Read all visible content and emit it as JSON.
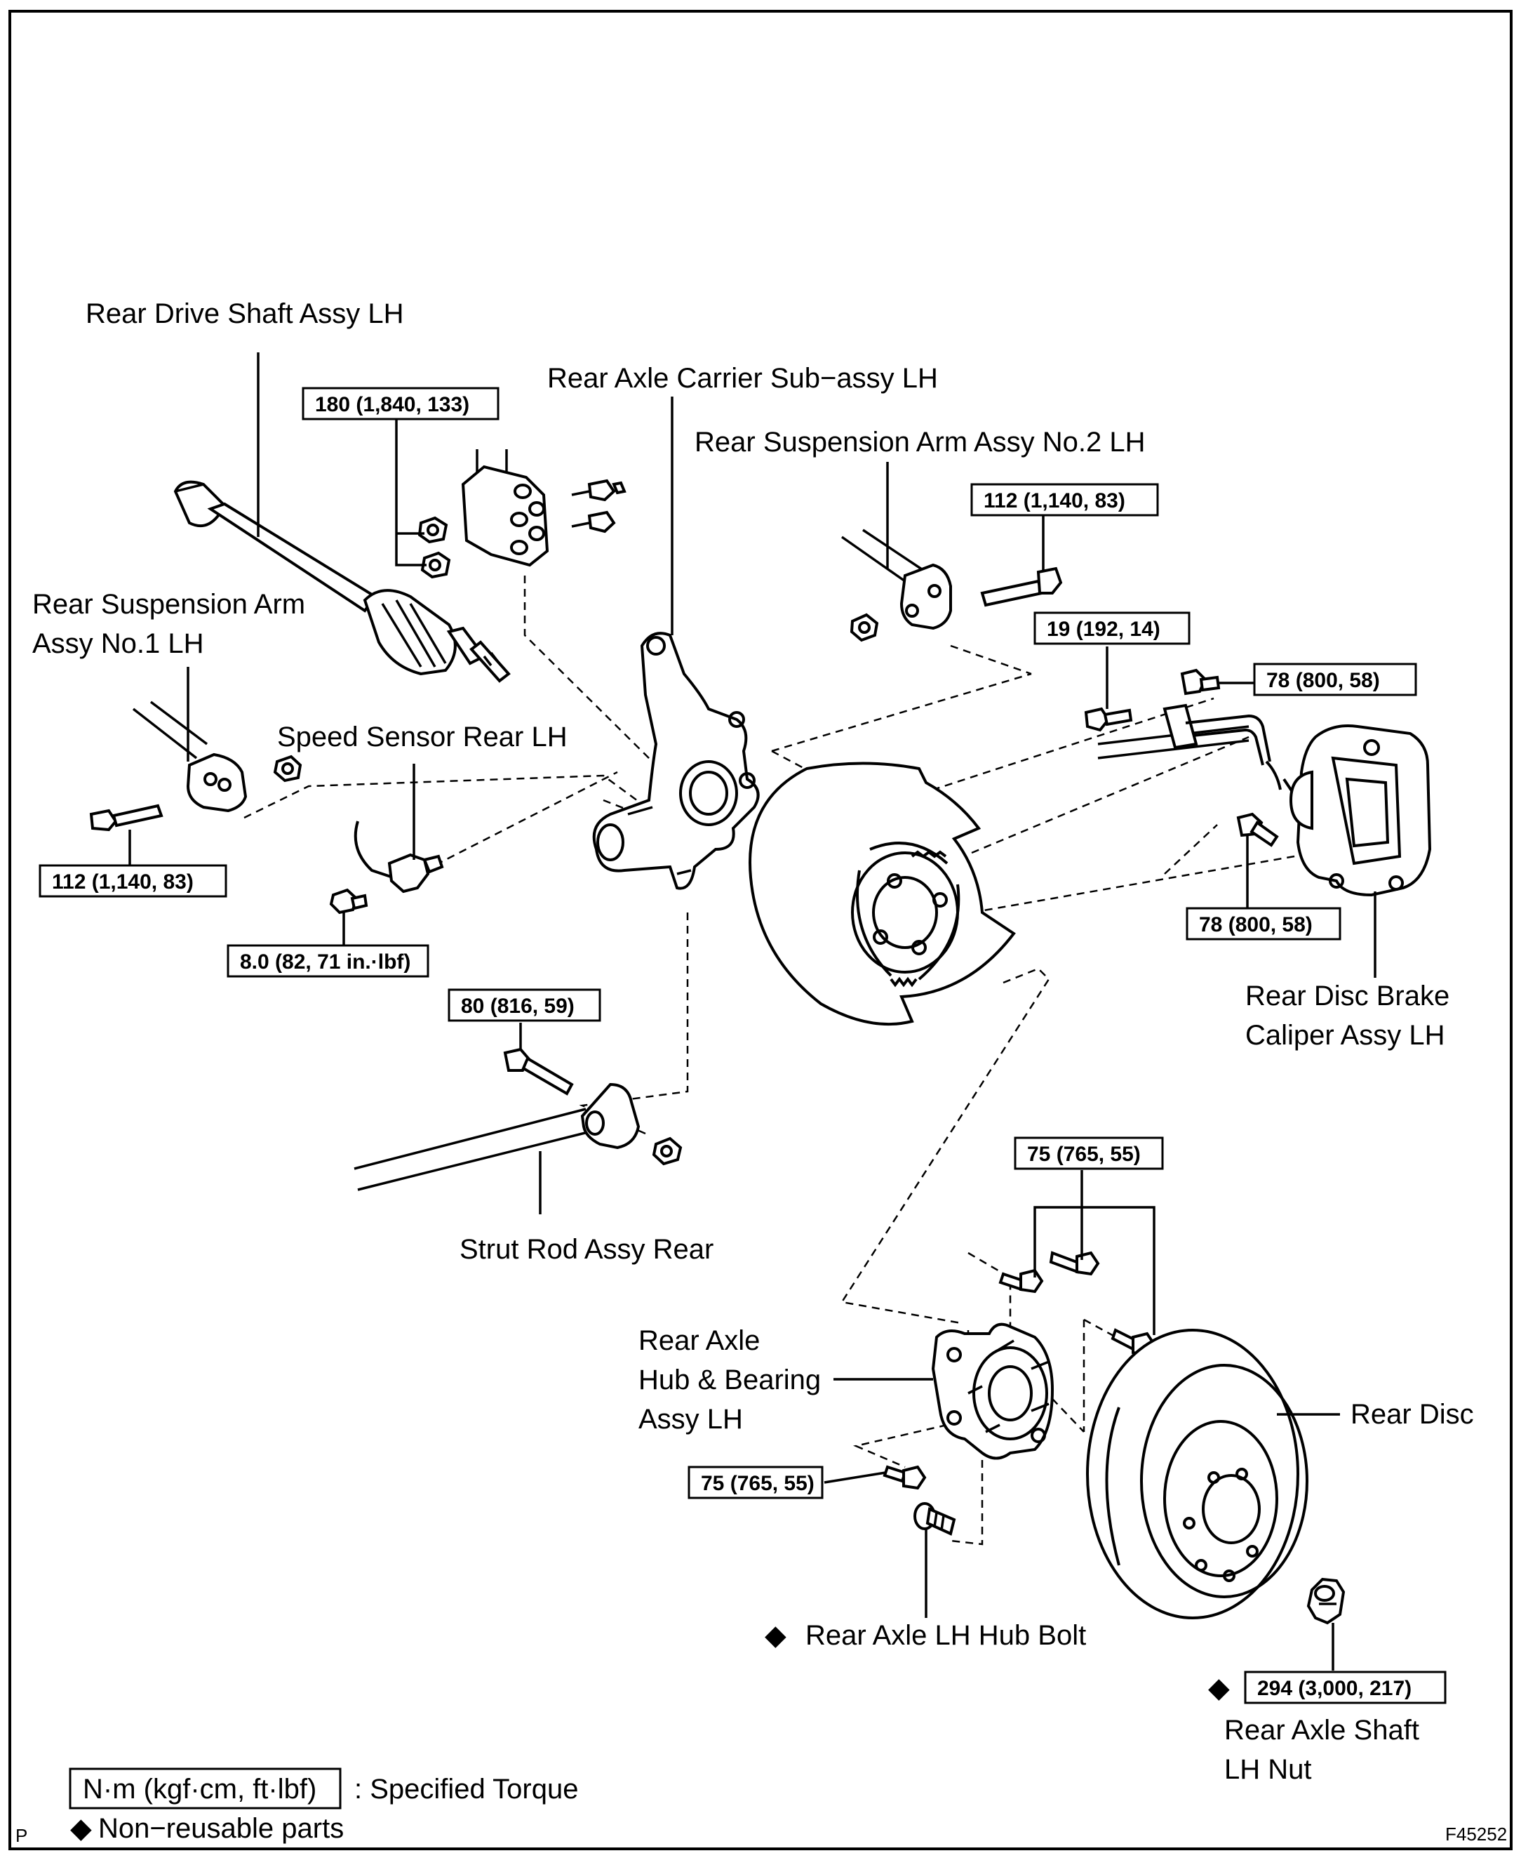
{
  "labels": {
    "rear_drive_shaft": "Rear Drive Shaft Assy LH",
    "rear_axle_carrier": "Rear Axle Carrier Sub−assy LH",
    "rear_suspension_arm_no2": "Rear Suspension Arm Assy No.2 LH",
    "rear_suspension_arm_no1_line1": "Rear Suspension Arm",
    "rear_suspension_arm_no1_line2": "Assy No.1 LH",
    "speed_sensor": "Speed Sensor Rear LH",
    "strut_rod": "Strut Rod Assy Rear",
    "caliper_line1": "Rear Disc Brake",
    "caliper_line2": "Caliper Assy LH",
    "hub_line1": "Rear Axle",
    "hub_line2": "Hub & Bearing",
    "hub_line3": "Assy LH",
    "rear_disc": "Rear Disc",
    "hub_bolt": "Rear Axle LH Hub Bolt",
    "shaft_nut_line1": "Rear Axle Shaft",
    "shaft_nut_line2": "LH Nut"
  },
  "torques": {
    "t_180": "180 (1,840, 133)",
    "t_112_arm2": "112 (1,140, 83)",
    "t_19": "19 (192, 14)",
    "t_78_top": "78 (800, 58)",
    "t_78_bottom": "78 (800, 58)",
    "t_112_arm1": "112 (1,140, 83)",
    "t_8": "8.0 (82, 71 in.·lbf)",
    "t_80": "80 (816, 59)",
    "t_75_top": "75 (765, 55)",
    "t_75_left": "75 (765, 55)",
    "t_294": "294 (3,000, 217)"
  },
  "legend": {
    "torque_unit": "N·m (kgf·cm, ft·lbf)",
    "torque_desc": ": Specified Torque",
    "nonreusable": "Non−reusable parts",
    "diamond": "◆"
  },
  "corner": {
    "left": "P",
    "right": "F45252"
  }
}
